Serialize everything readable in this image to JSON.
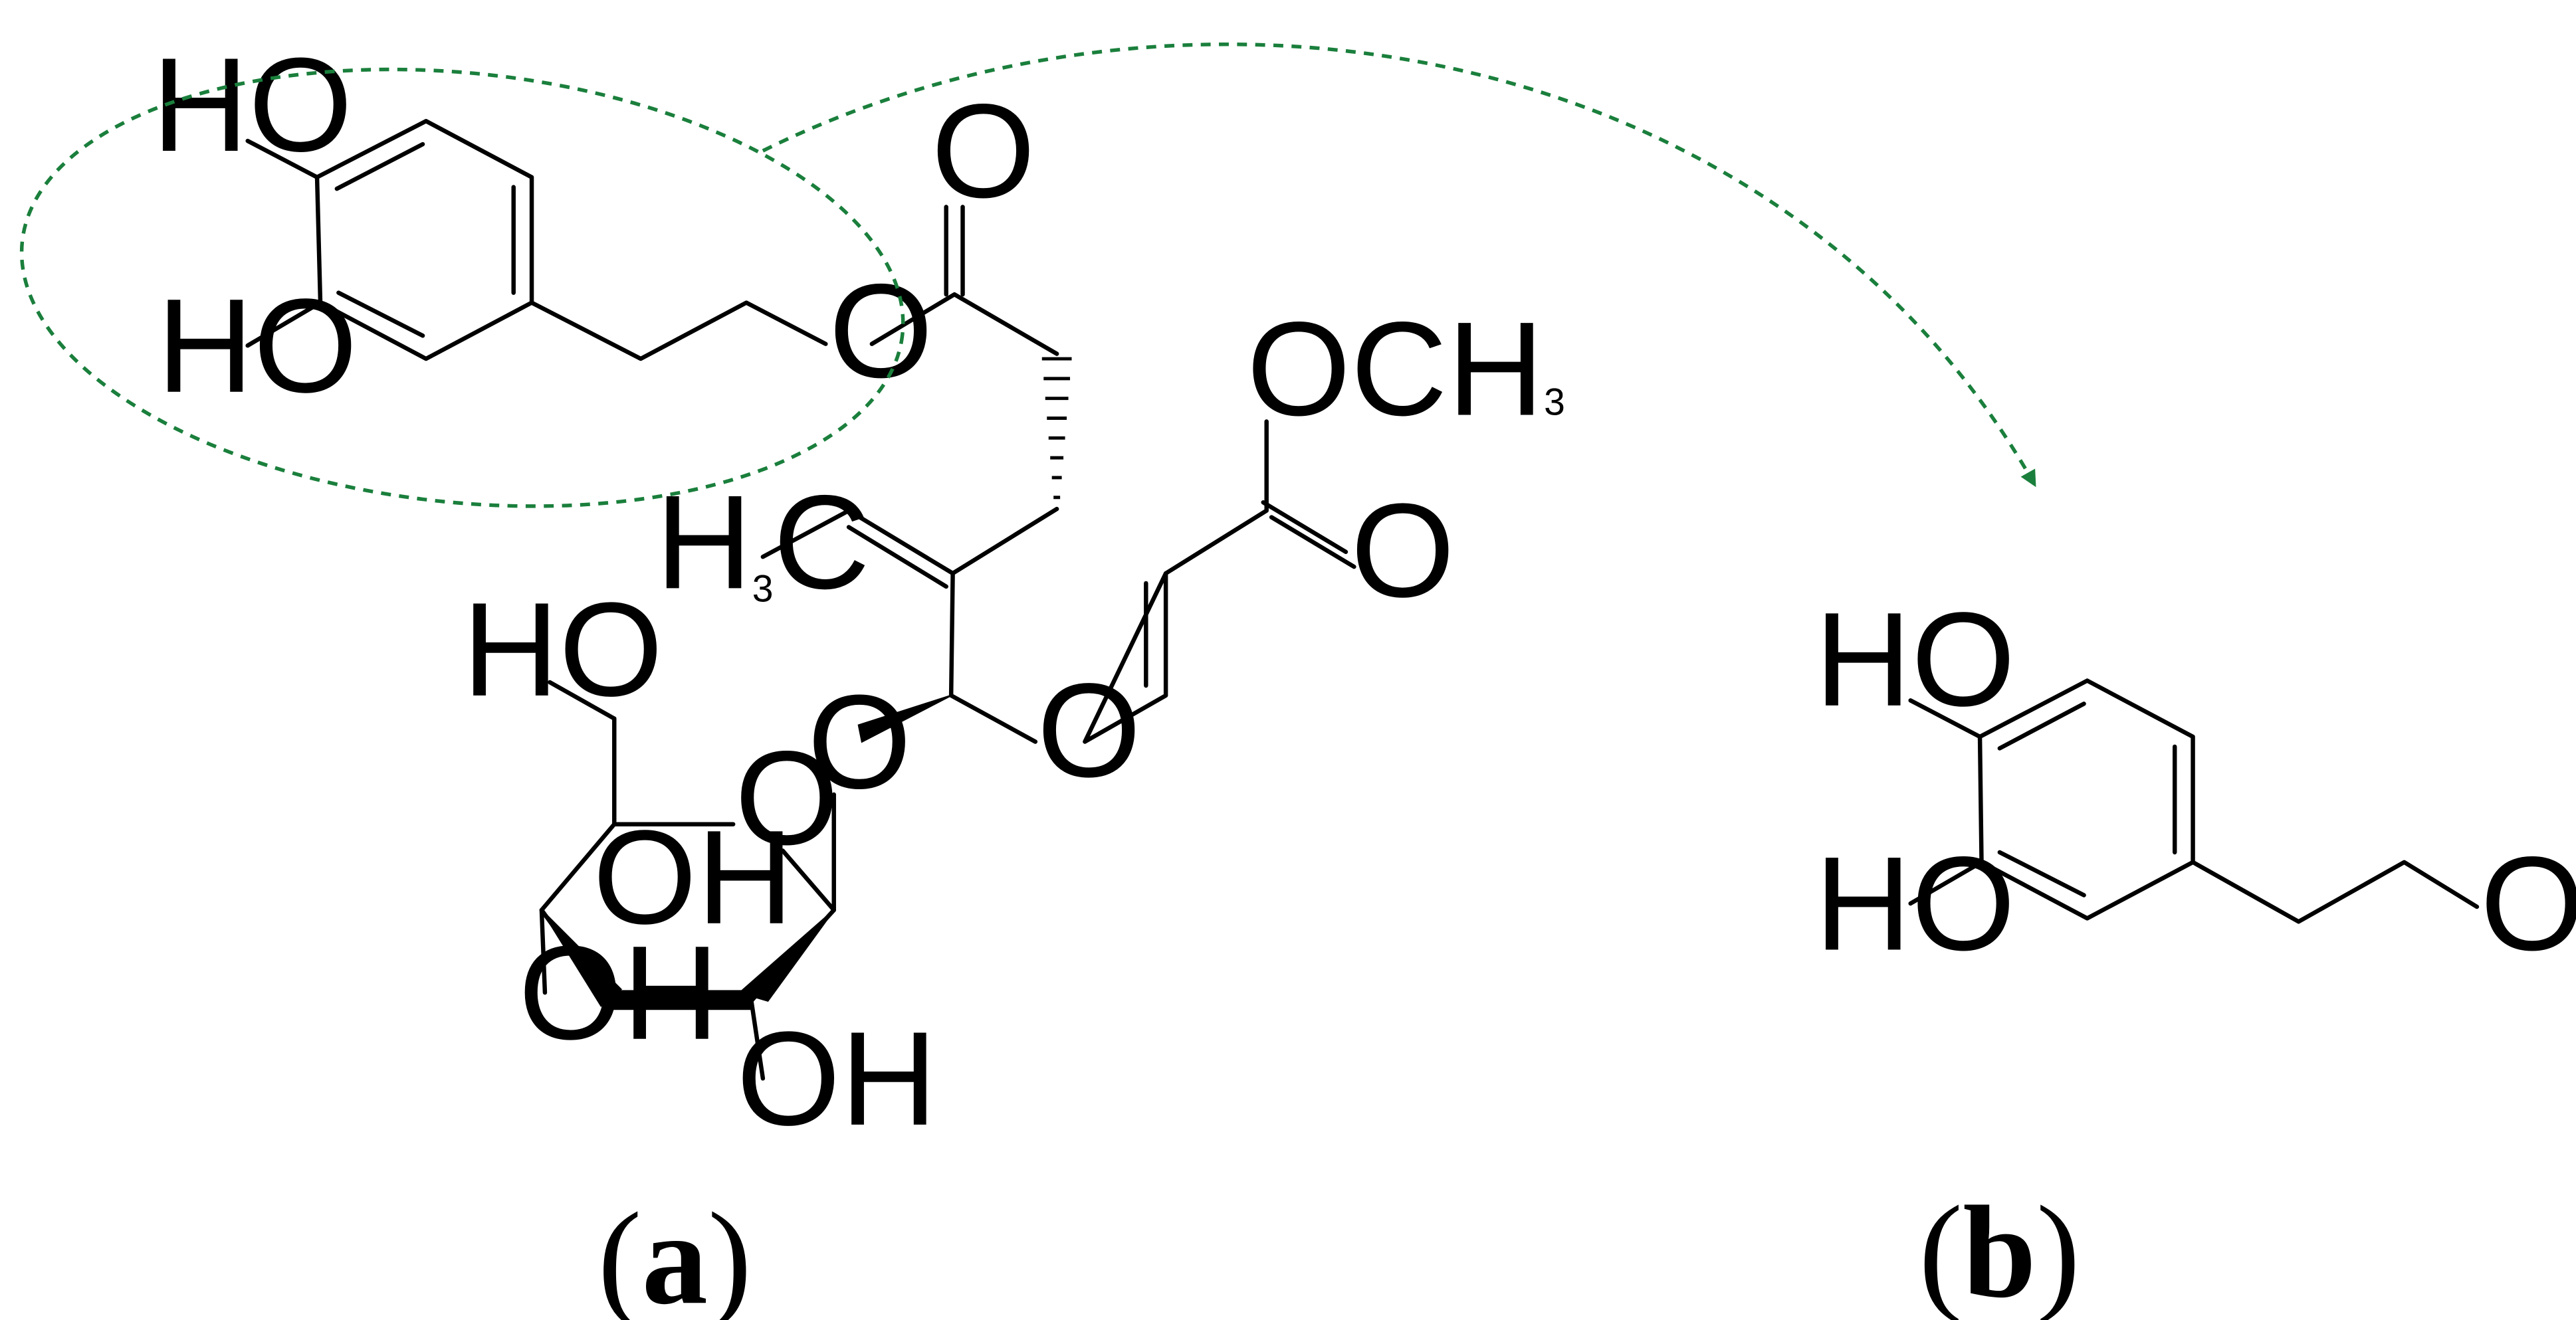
{
  "figure": {
    "panel_a": {
      "label_open": "(",
      "label_letter": "a",
      "label_close": ")",
      "atoms": {
        "ho_top": "HO",
        "ho_bottom": "HO",
        "ester_o": "O",
        "carbonyl_o": "O",
        "och3": "OCH",
        "och3_sub": "3",
        "ester2_o": "O",
        "h3c_h": "H",
        "h3c_sub": "3",
        "h3c_c": "C",
        "pyran_o": "O",
        "glycosidic_o": "O",
        "sugar_ring_o": "O",
        "ch2oh": "HO",
        "oh_c3": "OH",
        "oh_c4": "OH",
        "oh_c2": "OH"
      }
    },
    "panel_b": {
      "label_open": "(",
      "label_letter": "b",
      "label_close": ")",
      "atoms": {
        "ho_top": "HO",
        "ho_bottom": "HO",
        "oh_chain": "OH"
      }
    },
    "colors": {
      "bonds": "#000000",
      "highlight": "#1a7f3c"
    }
  }
}
